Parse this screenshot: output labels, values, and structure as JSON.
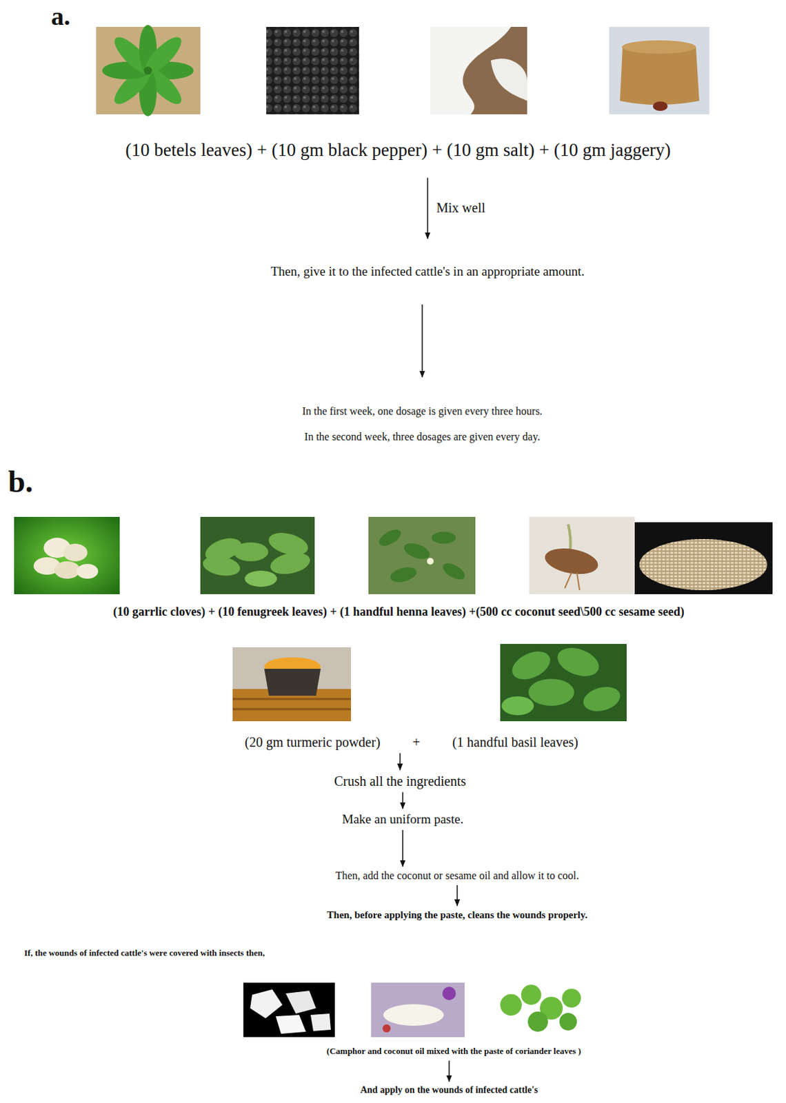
{
  "diagram": {
    "nodes": [
      {
        "text": [
          "(10 betels leaves) + (10 gm black pepper) + (10 gm salt) + (10 gm jaggery)"
        ]
      },
      {
        "text": [
          "Then, give it to the infected cattle's in an appropriate amount."
        ]
      },
      {
        "text": [
          "In the first week, one dosage is given every three hours.",
          "In the second week, three dosages are given every day."
        ]
      },
      {
        "text": [
          "(10 garrlic cloves) + (10 fenugreek leaves) + (1 handful henna leaves) +(500 cc coconut seed\\500 cc sesame seed)"
        ]
      },
      {
        "text": [
          "(20 gm turmeric powder)",
          "+",
          "(1 handful basil leaves)"
        ]
      },
      {
        "text": [
          "Crush all the ingredients"
        ]
      },
      {
        "text": [
          "Make an uniform paste."
        ]
      },
      {
        "text": [
          "Then, add the coconut or sesame oil and allow it to cool."
        ]
      },
      {
        "text": [
          "Then, before applying the paste, cleans the wounds properly."
        ]
      },
      {
        "text": [
          "(Camphor and coconut oil mixed with the paste of coriander leaves )"
        ]
      },
      {
        "text": [
          "And apply on the wounds of infected cattle's"
        ]
      }
    ],
    "edges": [
      {
        "from": 0,
        "to": 1,
        "label": "Mix well",
        "arrow": "to"
      },
      {
        "from": 1,
        "to": 2,
        "arrow": "to"
      },
      {
        "from": 4,
        "to": 5,
        "arrow": "to"
      },
      {
        "from": 5,
        "to": 6,
        "arrow": "to"
      },
      {
        "from": 6,
        "to": 7,
        "arrow": "to"
      },
      {
        "from": 7,
        "to": 8,
        "arrow": "to"
      },
      {
        "from": 9,
        "to": 10,
        "arrow": "to"
      }
    ],
    "labels": [
      "a.",
      "b.",
      "If, the wounds of infected cattle's were covered with insects then,"
    ]
  }
}
